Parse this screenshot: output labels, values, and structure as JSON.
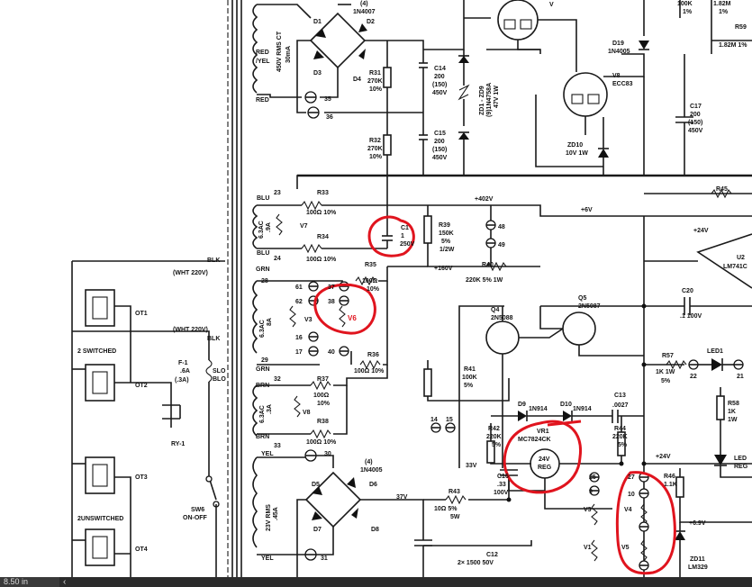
{
  "labels": {
    "d_top": "(4)",
    "d_top2": "1N4007",
    "d1": "D1",
    "d2": "D2",
    "d3": "D3",
    "d4": "D4",
    "red_yel": "RED",
    "red_yel2": "/YEL",
    "rms_ct": "450V RMS CT",
    "ma30": "30mA",
    "red": "RED",
    "t35": "35",
    "t36": "36",
    "r31": "R31",
    "r31v": "270K",
    "r31p": "10%",
    "r32": "R32",
    "r32v": "270K",
    "r32p": "10%",
    "c14": "C14",
    "c14v": "200",
    "c14p": "(150)",
    "c14q": "450V",
    "c15": "C15",
    "c15v": "200",
    "c15p": "(150)",
    "c15q": "450V",
    "zd": "ZD1 - ZD9",
    "zd2": "(9)1N4758A",
    "zd3": "47V 1W",
    "v_top": "V",
    "d19": "D19",
    "d19v": "1N4005",
    "v8": "V8",
    "v8v": "ECC83",
    "zd10": "ZD10",
    "zd10v": "10V 1W",
    "r100k": "100K",
    "r100kp": "1%",
    "r182": "1.82M",
    "r182p": "1%",
    "r59": "R59",
    "r59v": "1.82M 1%",
    "c17": "C17",
    "c17v": "200",
    "c17p": "(150)",
    "c17q": "450V",
    "r45": "R45",
    "blu": "BLU",
    "t23": "23",
    "r33": "R33",
    "r33v": "100Ω 10%",
    "ac63": "6.3AC",
    "ac63a": ".9A",
    "v7": "V7",
    "r34": "R34",
    "r34v": "100Ω 10%",
    "blu2": "BLU",
    "t24": "24",
    "c11": "C1",
    "c11v": "1",
    "c11p": "250V",
    "r39": "R39",
    "r39v": "150K",
    "r39p": "5%",
    "r39q": "1/2W",
    "t48": "48",
    "t49": "49",
    "v402": "+402V",
    "v6p": "+6V",
    "v24p": "+24V",
    "u2": "U2",
    "u2v": "LM741C",
    "grn": "GRN",
    "t28": "28",
    "r35": "R35",
    "r35v": "100Ω",
    "r35p": "10%",
    "v160": "+160V",
    "r40": "R40",
    "r40v": "220K 5% 1W",
    "t61": "61",
    "t37": "37",
    "t62": "62",
    "t38": "38",
    "ac63b": "6.3AC",
    "ac63c": "8A",
    "v3": "V3",
    "v6": "V6",
    "t16": "16",
    "t17": "17",
    "t40": "40",
    "grn2": "GRN",
    "t29": "29",
    "r36": "R36",
    "r36v": "100Ω 10%",
    "c20": "C20",
    "c20v": ".1 100V",
    "q4": "Q4",
    "q4v": "2N5088",
    "q5": "Q5",
    "q5v": "2N5087",
    "r57": "R57",
    "r57v": "1K 1W",
    "r57p": "5%",
    "led1": "LED1",
    "t22": "22",
    "t21": "21",
    "brn": "BRN",
    "t32": "32",
    "r37": "R37",
    "r37v": "100Ω",
    "r37p": "10%",
    "ac63d": "6.3AC",
    "ac63e": ".3A",
    "v8b": "V8",
    "r38": "R38",
    "r38v": "100Ω 10%",
    "brn2": "BRN",
    "t33": "33",
    "r41": "R41",
    "r41v": "100K",
    "r41p": "5%",
    "t14": "14",
    "t15": "15",
    "d9": "D9",
    "d9v": "1N914",
    "d10": "D10",
    "d10v": "1N914",
    "c13": "C13",
    "c13v": ".0027",
    "r42": "R42",
    "r42v": "220K",
    "r42p": "5%",
    "vr1": "VR1",
    "vr1v": "MC7824CK",
    "reg24": "24V",
    "reg": "REG",
    "r44": "R44",
    "r44v": "220K",
    "r44p": "5%",
    "r58": "R58",
    "r58v": "1K",
    "r58p": "1W",
    "led2": "LED",
    "led2b": "REG",
    "blk": "BLK",
    "wht220": "(WHT 220V)",
    "ot1": "OT1",
    "switched": "2 SWITCHED",
    "wht220b": "(WHT 220V)",
    "blk2": "BLK",
    "f1": "F-1",
    "f1v": ".6A",
    "f1p": "(.3A)",
    "slo": "SLO",
    "blo": "BLO",
    "ot2": "OT2",
    "ry1": "RY-1",
    "ot3": "OT3",
    "sw6": "SW6",
    "sw6v": "ON-OFF",
    "unswitched": "2UNSWITCHED",
    "ot4": "OT4",
    "yel": "YEL",
    "t30": "30",
    "d4x": "(4)",
    "d4xv": "1N4005",
    "d5": "D5",
    "d6": "D6",
    "d7": "D7",
    "d8": "D8",
    "rms23": "23V RMS",
    "rms23b": ".45A",
    "yel2": "YEL",
    "t31": "31",
    "v33": "33V",
    "v37": "37V",
    "c16": "C16",
    "c16v": ".33",
    "c16p": "100V",
    "r43": "R43",
    "r43v": "10Ω 5%",
    "r43p": "5W",
    "c12": "C12",
    "c12v": "2× 1500 50V",
    "t25": "25",
    "t9": "9",
    "t27": "27",
    "t10": "10",
    "r46": "R46",
    "r46v": "1.1K",
    "v3b": "V3",
    "v4": "V4",
    "v1": "V1",
    "v5": "V5",
    "v24b": "+24V",
    "v69": "+6.9V",
    "zd11": "ZD11",
    "zd11v": "LM329"
  },
  "status": {
    "zoom": "8.50 in",
    "arrow": "‹"
  }
}
